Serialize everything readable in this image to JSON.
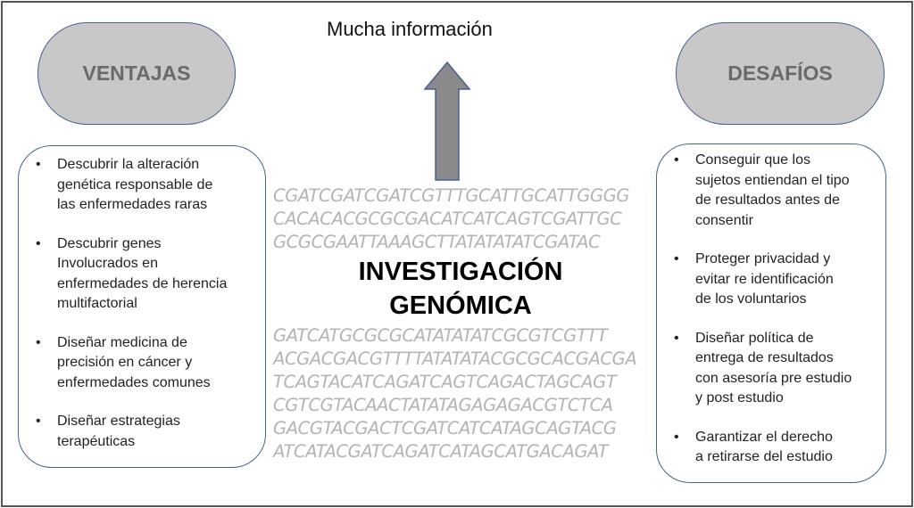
{
  "title": "Mucha información",
  "advantages": {
    "heading": "VENTAJAS",
    "items": [
      "Descubrir la alteración\ngenética responsable de\nlas enfermedades raras",
      "Descubrir genes\nInvolucrados en\nenfermedades de herencia\nmultifactorial",
      "Diseñar medicina de\nprecisión en cáncer y\nenfermedades comunes",
      "Diseñar estrategias\nterapéuticas"
    ]
  },
  "challenges": {
    "heading": "DESAFÍOS",
    "items": [
      "Conseguir que los\nsujetos entiendan el tipo\nde resultados antes de\nconsentir",
      "Proteger privacidad y\nevitar re identificación\nde los voluntarios",
      "Diseñar política de\nentrega de resultados\ncon asesoría pre estudio\ny post estudio",
      "Garantizar el derecho\na retirarse del estudio"
    ]
  },
  "center": {
    "line1": "INVESTIGACIÓN",
    "line2": "GENÓMICA",
    "dna": [
      "CGATCGATCGATCGTTTGCATTGCATTGGGG",
      "CACACACGCGCGACATCATCAGTCGATTGC",
      "GCGCGAATTAAAGCTTATATATATCGATAC",
      "GATCATGCGCGCATATATATCGCGTCGTTT",
      "ACGACGACGTTTTATATATACGCGCACGACGA",
      "TCAGTACATCAGATCAGTCAGACTAGCAGT",
      "CGTCGTACAACTATATAGAGAGACGTCTCA",
      "GACGTACGACTCGATCATCATAGCAGTACG",
      "ATCATACGATCAGATCATAGCATGACAGAT"
    ]
  },
  "bullet": "•"
}
